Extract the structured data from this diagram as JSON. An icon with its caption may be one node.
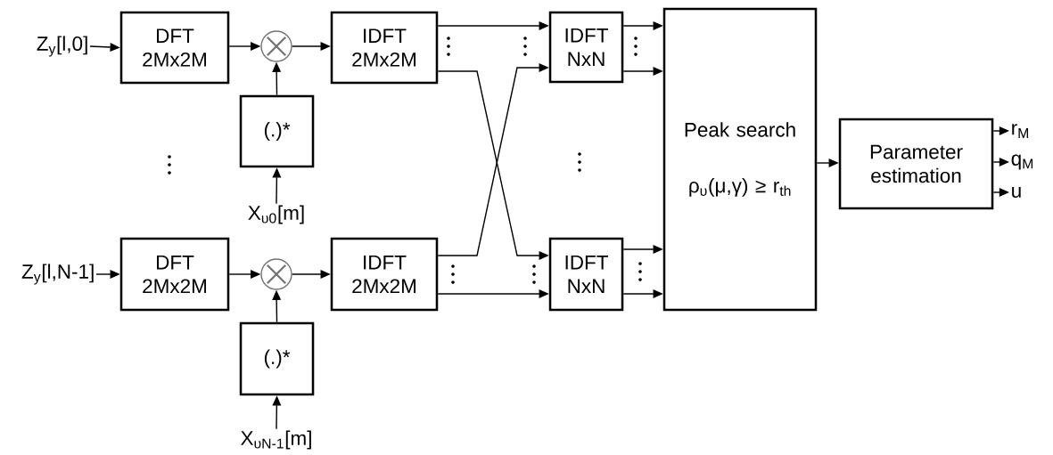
{
  "diagram": {
    "nodes": [
      {
        "text": [
          "Z$_{y}$[l,0]"
        ]
      },
      {
        "text": [
          "DFT",
          "2Mx2M"
        ]
      },
      {
        "text": [],
        "shape": "circle"
      },
      {
        "text": [
          "(.)*"
        ]
      },
      {
        "text": [
          "X$_{υ0}$[m]"
        ]
      },
      {
        "text": [
          "IDFT",
          "2Mx2M"
        ]
      },
      {
        "text": [
          "IDFT",
          "NxN"
        ]
      },
      {
        "text": [
          "Z$_{y}$[l,N-1]"
        ]
      },
      {
        "text": [
          "DFT",
          "2Mx2M"
        ]
      },
      {
        "text": [],
        "shape": "circle"
      },
      {
        "text": [
          "(.)*"
        ]
      },
      {
        "text": [
          "X$_{υN-1}$[m]"
        ]
      },
      {
        "text": [
          "IDFT",
          "2Mx2M"
        ]
      },
      {
        "text": [
          "IDFT",
          "NxN"
        ]
      },
      {
        "text": [
          "Peak search",
          "ρ$_{υ}$(μ,γ) ≥ r$_{th}$"
        ]
      },
      {
        "text": [
          "Parameter estimation"
        ]
      },
      {
        "text": [
          "r$_{M}$"
        ]
      },
      {
        "text": [
          "q$_{M}$"
        ]
      },
      {
        "text": [
          "u"
        ]
      }
    ],
    "edges": [
      {
        "from": 0,
        "to": 1,
        "arrow": "to"
      },
      {
        "from": 1,
        "to": 2,
        "arrow": "to"
      },
      {
        "from": 3,
        "to": 2,
        "arrow": "to"
      },
      {
        "from": 4,
        "to": 3,
        "arrow": "to"
      },
      {
        "from": 2,
        "to": 5,
        "arrow": "to"
      },
      {
        "from": 5,
        "to": 6,
        "arrow": "to"
      },
      {
        "from": 5,
        "to": 13,
        "arrow": "to"
      },
      {
        "from": 6,
        "to": 14,
        "arrow": "to"
      },
      {
        "from": 6,
        "to": 14,
        "arrow": "to"
      },
      {
        "from": 7,
        "to": 8,
        "arrow": "to"
      },
      {
        "from": 8,
        "to": 9,
        "arrow": "to"
      },
      {
        "from": 10,
        "to": 9,
        "arrow": "to"
      },
      {
        "from": 11,
        "to": 10,
        "arrow": "to"
      },
      {
        "from": 9,
        "to": 12,
        "arrow": "to"
      },
      {
        "from": 12,
        "to": 6,
        "arrow": "to"
      },
      {
        "from": 12,
        "to": 13,
        "arrow": "to"
      },
      {
        "from": 13,
        "to": 14,
        "arrow": "to"
      },
      {
        "from": 13,
        "to": 14,
        "arrow": "to"
      },
      {
        "from": 14,
        "to": 15,
        "arrow": "to"
      },
      {
        "from": 15,
        "to": 16,
        "arrow": "to"
      },
      {
        "from": 15,
        "to": 17,
        "arrow": "to"
      },
      {
        "from": 15,
        "to": 18,
        "arrow": "to"
      }
    ]
  }
}
